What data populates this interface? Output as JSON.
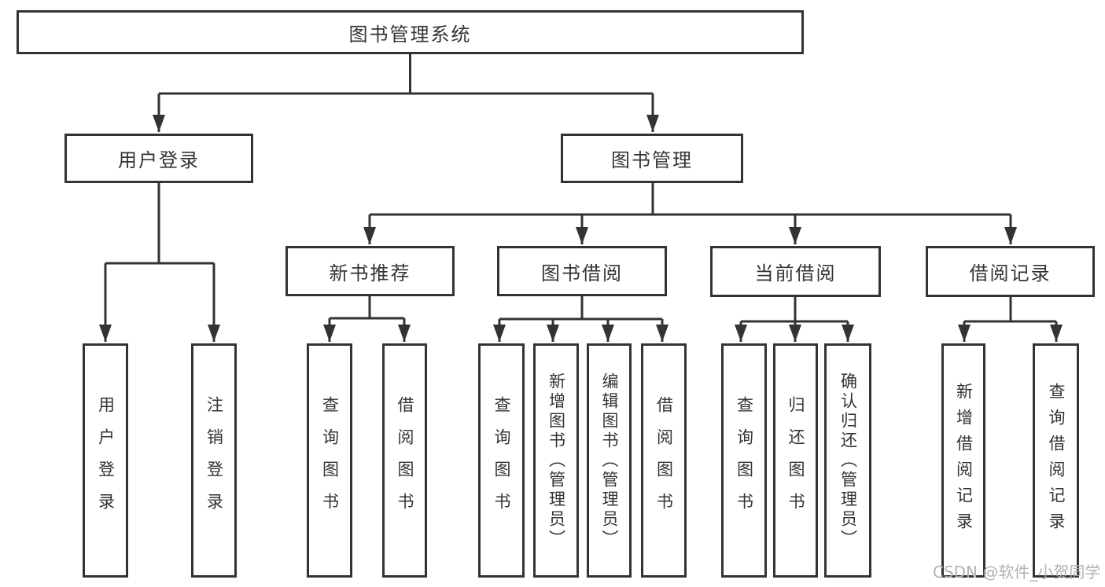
{
  "colors": {
    "line": "#333333",
    "box_border": "#333333",
    "box_background": "#ffffff",
    "text": "#333333",
    "watermark": "#b2b2b2",
    "background": "#ffffff"
  },
  "tree": {
    "root": {
      "label": "图书管理系统",
      "children": [
        {
          "label": "用户登录",
          "children": [
            {
              "label": "用户登录"
            },
            {
              "label": "注销登录"
            }
          ]
        },
        {
          "label": "图书管理",
          "children": [
            {
              "label": "新书推荐",
              "children": [
                {
                  "label": "查询图书"
                },
                {
                  "label": "借阅图书"
                }
              ]
            },
            {
              "label": "图书借阅",
              "children": [
                {
                  "label": "查询图书"
                },
                {
                  "label": "新增图书（管理员）"
                },
                {
                  "label": "编辑图书（管理员）"
                },
                {
                  "label": "借阅图书"
                }
              ]
            },
            {
              "label": "当前借阅",
              "children": [
                {
                  "label": "查询图书"
                },
                {
                  "label": "归还图书"
                },
                {
                  "label": "确认归还（管理员）"
                }
              ]
            },
            {
              "label": "借阅记录",
              "children": [
                {
                  "label": "新增借阅记录"
                },
                {
                  "label": "查询借阅记录"
                }
              ]
            }
          ]
        }
      ]
    }
  },
  "watermark": {
    "text": "CSDN @软件_小贺同学"
  }
}
